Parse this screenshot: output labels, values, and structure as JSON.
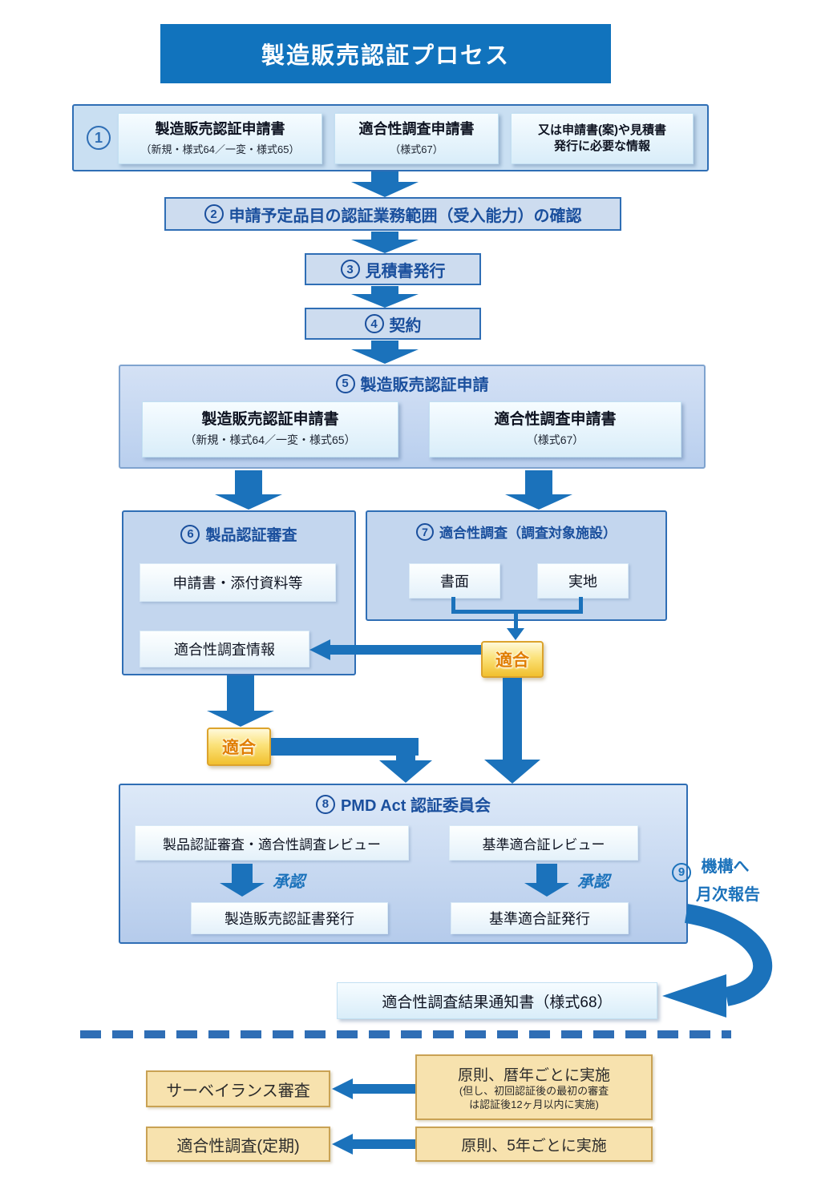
{
  "title": "製造販売認証プロセス",
  "step1": {
    "number": "1",
    "doc1": {
      "title": "製造販売認証申請書",
      "sub": "（新規・様式64／一変・様式65）"
    },
    "doc2": {
      "title": "適合性調査申請書",
      "sub": "（様式67）"
    },
    "doc3": {
      "line1": "又は申請書(案)や見積書",
      "line2": "発行に必要な情報"
    }
  },
  "step2": {
    "number": "2",
    "label": "申請予定品目の認証業務範囲（受入能力）の確認"
  },
  "step3": {
    "number": "3",
    "label": "見積書発行"
  },
  "step4": {
    "number": "4",
    "label": "契約"
  },
  "step5": {
    "number": "5",
    "title": "製造販売認証申請",
    "doc1": {
      "title": "製造販売認証申請書",
      "sub": "（新規・様式64／一変・様式65）"
    },
    "doc2": {
      "title": "適合性調査申請書",
      "sub": "（様式67）"
    }
  },
  "step6": {
    "number": "6",
    "title": "製品認証審査",
    "doc": "申請書・添付資料等",
    "info": "適合性調査情報"
  },
  "step7": {
    "number": "7",
    "title": "適合性調査（調査対象施設）",
    "doc1": "書面",
    "doc2": "実地"
  },
  "badge": {
    "pass": "適合"
  },
  "step8": {
    "number": "8",
    "title": "PMD Act 認証委員会",
    "review_left": "製品認証審査・適合性調査レビュー",
    "review_right": "基準適合証レビュー",
    "approve": "承認",
    "issue_left": "製造販売認証書発行",
    "issue_right": "基準適合証発行"
  },
  "step9": {
    "number": "9",
    "line1": "機構へ",
    "line2": "月次報告"
  },
  "notice": {
    "label": "適合性調査結果通知書（様式68）"
  },
  "surveillance": {
    "left": "サーベイランス審査",
    "right_line1": "原則、暦年ごとに実施",
    "right_line2": "(但し、初回認証後の最初の審査",
    "right_line3": "は認証後12ヶ月以内に実施)"
  },
  "periodic": {
    "left": "適合性調査(定期)",
    "right": "原則、5年ごとに実施"
  },
  "colors": {
    "title_bar": "#1173bd",
    "panel_border": "#2f6eb5",
    "arrow_blue": "#1b72bb",
    "header_text": "#1a4f9d",
    "badge_fill": "#f1c02e",
    "badge_border": "#dca32c",
    "badge_text": "#e07d00",
    "tan_fill": "#f7e2ae",
    "tan_border": "#c9a254"
  }
}
